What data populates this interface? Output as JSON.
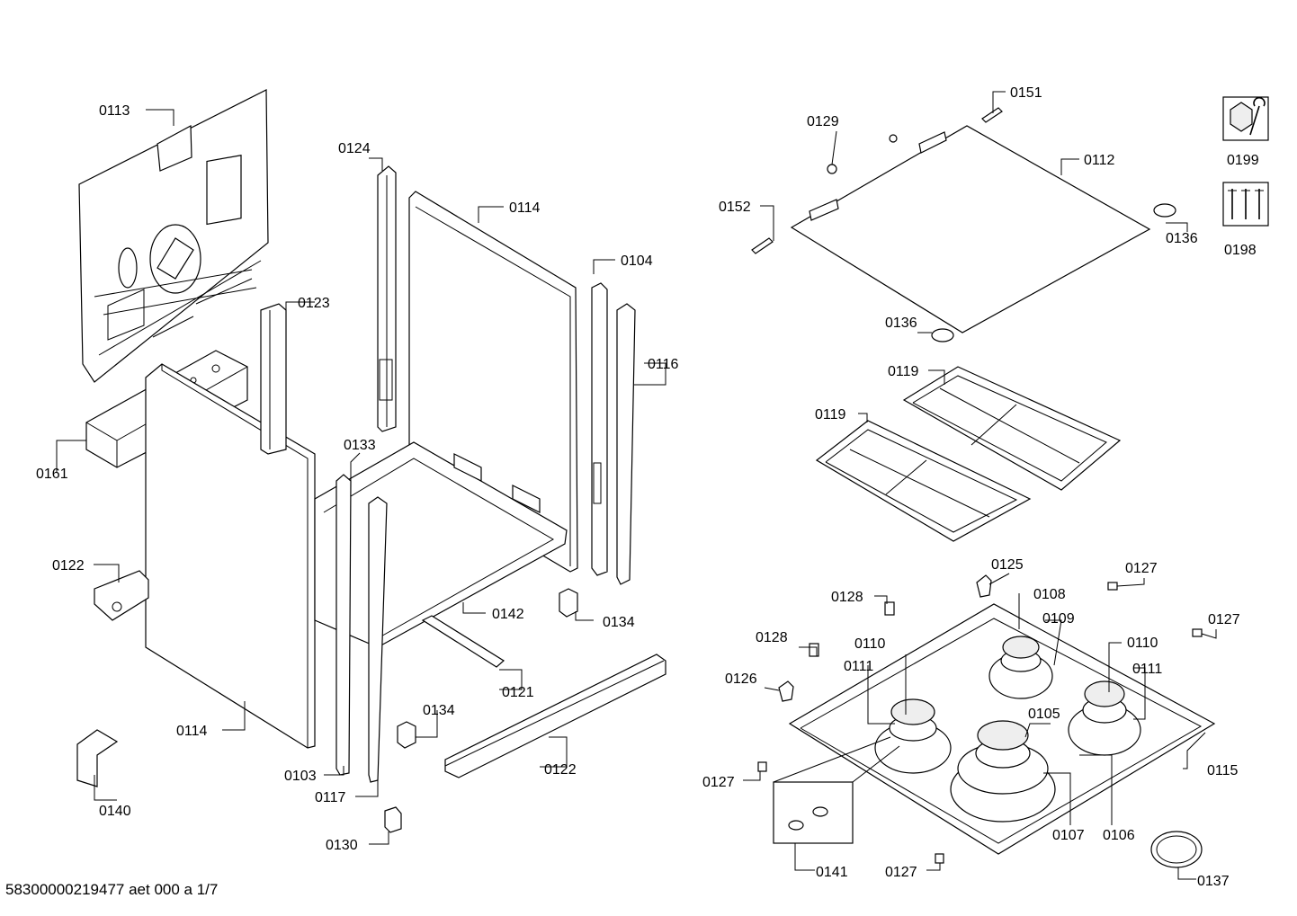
{
  "footer_text": "58300000219477 aet 000 a 1/7",
  "parts": [
    {
      "id": "p0113",
      "label": "0113"
    },
    {
      "id": "p0124",
      "label": "0124"
    },
    {
      "id": "p0114a",
      "label": "0114"
    },
    {
      "id": "p0104",
      "label": "0104"
    },
    {
      "id": "p0123",
      "label": "0123"
    },
    {
      "id": "p0116",
      "label": "0116"
    },
    {
      "id": "p0133",
      "label": "0133"
    },
    {
      "id": "p0161",
      "label": "0161"
    },
    {
      "id": "p0122a",
      "label": "0122"
    },
    {
      "id": "p0142",
      "label": "0142"
    },
    {
      "id": "p0134a",
      "label": "0134"
    },
    {
      "id": "p0121",
      "label": "0121"
    },
    {
      "id": "p0134b",
      "label": "0134"
    },
    {
      "id": "p0114b",
      "label": "0114"
    },
    {
      "id": "p0122b",
      "label": "0122"
    },
    {
      "id": "p0103",
      "label": "0103"
    },
    {
      "id": "p0117",
      "label": "0117"
    },
    {
      "id": "p0140",
      "label": "0140"
    },
    {
      "id": "p0130",
      "label": "0130"
    },
    {
      "id": "p0151",
      "label": "0151"
    },
    {
      "id": "p0129",
      "label": "0129"
    },
    {
      "id": "p0112",
      "label": "0112"
    },
    {
      "id": "p0152",
      "label": "0152"
    },
    {
      "id": "p0136a",
      "label": "0136"
    },
    {
      "id": "p0136b",
      "label": "0136"
    },
    {
      "id": "p0199",
      "label": "0199"
    },
    {
      "id": "p0198",
      "label": "0198"
    },
    {
      "id": "p0119a",
      "label": "0119"
    },
    {
      "id": "p0119b",
      "label": "0119"
    },
    {
      "id": "p0125",
      "label": "0125"
    },
    {
      "id": "p0127a",
      "label": "0127"
    },
    {
      "id": "p0128a",
      "label": "0128"
    },
    {
      "id": "p0108",
      "label": "0108"
    },
    {
      "id": "p0109",
      "label": "0109"
    },
    {
      "id": "p0127b",
      "label": "0127"
    },
    {
      "id": "p0128b",
      "label": "0128"
    },
    {
      "id": "p0110a",
      "label": "0110"
    },
    {
      "id": "p0110b",
      "label": "0110"
    },
    {
      "id": "p0111a",
      "label": "0111"
    },
    {
      "id": "p0111b",
      "label": "0111"
    },
    {
      "id": "p0126",
      "label": "0126"
    },
    {
      "id": "p0105",
      "label": "0105"
    },
    {
      "id": "p0115",
      "label": "0115"
    },
    {
      "id": "p0127c",
      "label": "0127"
    },
    {
      "id": "p0107",
      "label": "0107"
    },
    {
      "id": "p0106",
      "label": "0106"
    },
    {
      "id": "p0141",
      "label": "0141"
    },
    {
      "id": "p0127d",
      "label": "0127"
    },
    {
      "id": "p0137",
      "label": "0137"
    }
  ]
}
